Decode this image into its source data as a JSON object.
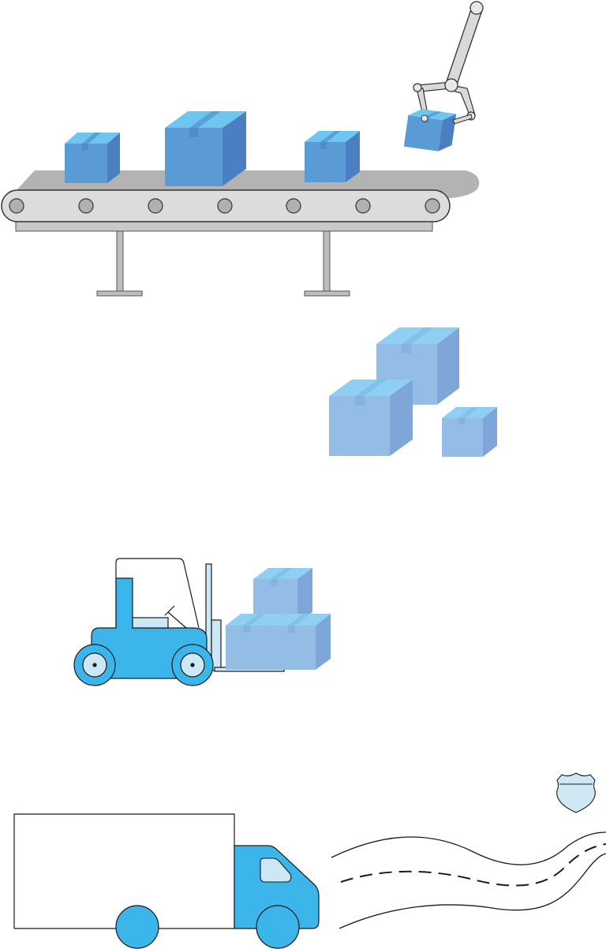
{
  "illustration": {
    "scenes": [
      "conveyor-with-robot-arm",
      "stacked-boxes",
      "forklift-with-boxes",
      "delivery-truck-on-road"
    ],
    "colors": {
      "box_front": "#5b9bd5",
      "box_side": "#4a7fc1",
      "box_top": "#6ec6f0",
      "pale_box_front": "#93bde4",
      "pale_box_side": "#7fa6d8",
      "pale_box_top": "#8fd0f2",
      "conveyor_belt": "#b3b3b3",
      "conveyor_body": "#dcdcdc",
      "frame_gray": "#9a9a9a",
      "vehicle_blue": "#3bb5ea",
      "window_light": "#cde8f5",
      "sign_fill": "#cfe8f3",
      "outline": "#1a1a1a"
    },
    "icons": [
      "robot-arm-icon",
      "forklift-icon",
      "truck-icon",
      "highway-shield-icon",
      "road-icon"
    ]
  }
}
